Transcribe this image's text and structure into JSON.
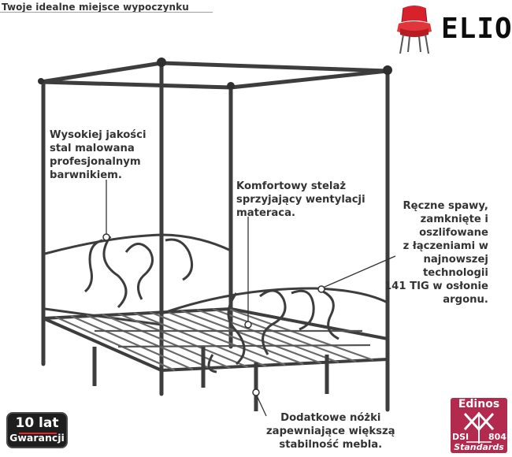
{
  "header": {
    "tagline": "Twoje idealne miejsce wypoczynku"
  },
  "brand": {
    "name": "ELIOR",
    "icon": "red-chair-icon",
    "accent": "#d8222b"
  },
  "annotations": {
    "steel": "Wysokiej jakości\nstal malowana\nprofesjonalnym\nbarwnikiem.",
    "slats": "Komfortowy stelaż\nsprzyjający wentylacji\nmateraca.",
    "welds": "Ręczne spawy,\nzamknięte i\noszlifowane\nz łączeniami w\nnajnowszej\ntechnologii\n141 TIG w osłonie\nargonu.",
    "legs": "Dodatkowe nóżki\nzapewniające większą\nstabilność mebla."
  },
  "warranty": {
    "number": "10 lat",
    "label": "Gwarancji"
  },
  "certificate": {
    "brand": "Edinos",
    "left": "DSI",
    "right": "804",
    "footer": "Standards",
    "color": "#b22a4e"
  },
  "colors": {
    "metal": "#3d3d3d",
    "text": "#333333"
  }
}
